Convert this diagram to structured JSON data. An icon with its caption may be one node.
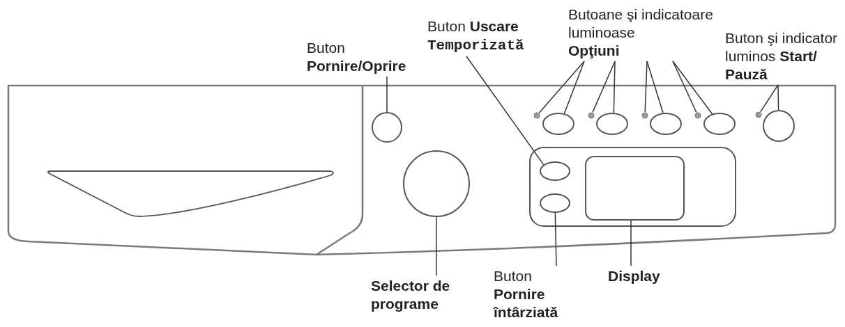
{
  "diagram": {
    "nodes": [
      {
        "text": [
          "Buton **Pornire/Oprire**"
        ]
      },
      {
        "text": [
          "Buton **Uscare** **Temporizată**"
        ]
      },
      {
        "text": [
          "Butoane şi indicatoare luminoase **Opţiuni**"
        ]
      },
      {
        "text": [
          "Buton şi indicator luminos **Start/ Pauză**"
        ]
      },
      {
        "text": [],
        "shape": "circle"
      },
      {
        "text": [],
        "shape": "circle"
      },
      {
        "text": [],
        "shape": "oval"
      },
      {
        "text": [],
        "shape": "circle"
      },
      {
        "text": [],
        "shape": "oval"
      },
      {
        "text": [],
        "shape": "circle"
      },
      {
        "text": [],
        "shape": "oval"
      },
      {
        "text": [],
        "shape": "circle"
      },
      {
        "text": [],
        "shape": "oval"
      },
      {
        "text": [],
        "shape": "circle"
      },
      {
        "text": [],
        "shape": "circle"
      },
      {
        "text": [],
        "shape": "circle"
      },
      {
        "text": [],
        "shape": "oval"
      },
      {
        "text": [],
        "shape": "oval"
      },
      {
        "text": [],
        "shape": "box"
      },
      {
        "text": [
          "Selector de programe"
        ]
      },
      {
        "text": [
          "Buton **Pornire întârziată**"
        ]
      },
      {
        "text": [
          "Display"
        ]
      }
    ],
    "edges": [
      {
        "from": 0,
        "to": 4,
        "arrow": "none"
      },
      {
        "from": 1,
        "to": 16,
        "arrow": "none"
      },
      {
        "from": 2,
        "to": 5,
        "arrow": "none"
      },
      {
        "from": 2,
        "to": 6,
        "arrow": "none"
      },
      {
        "from": 2,
        "to": 7,
        "arrow": "none"
      },
      {
        "from": 2,
        "to": 8,
        "arrow": "none"
      },
      {
        "from": 2,
        "to": 9,
        "arrow": "none"
      },
      {
        "from": 2,
        "to": 10,
        "arrow": "none"
      },
      {
        "from": 2,
        "to": 11,
        "arrow": "none"
      },
      {
        "from": 2,
        "to": 12,
        "arrow": "none"
      },
      {
        "from": 3,
        "to": 13,
        "arrow": "none"
      },
      {
        "from": 3,
        "to": 14,
        "arrow": "none"
      },
      {
        "from": 19,
        "to": 15,
        "arrow": "none"
      },
      {
        "from": 20,
        "to": 17,
        "arrow": "none"
      },
      {
        "from": 21,
        "to": 18,
        "arrow": "none"
      }
    ]
  }
}
